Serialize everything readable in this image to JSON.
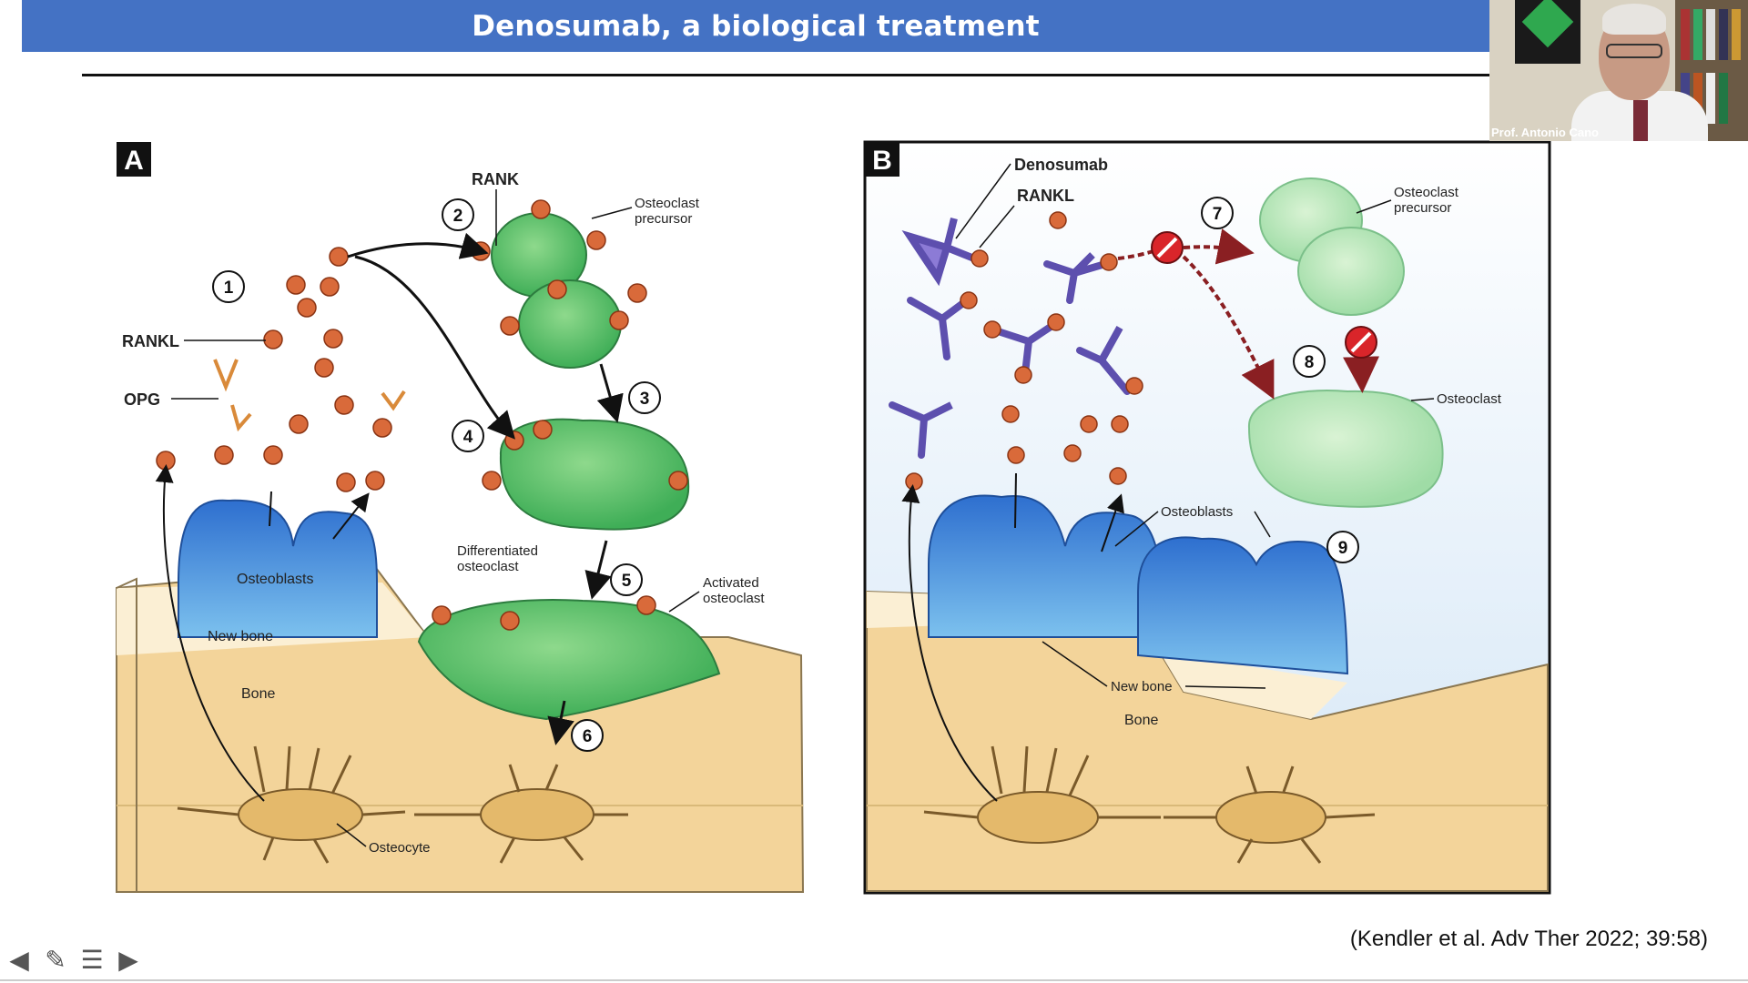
{
  "slide": {
    "title": "Denosumab, a biological treatment",
    "citation": "(Kendler et al. Adv Ther 2022; 39:58)"
  },
  "video": {
    "participant_name": "Prof. Antonio Cano"
  },
  "panel_a": {
    "letter": "A",
    "labels": {
      "rank": "RANK",
      "osteoclast_precursor_1": "Osteoclast",
      "osteoclast_precursor_2": "precursor",
      "rankl": "RANKL",
      "opg": "OPG",
      "osteoblasts": "Osteoblasts",
      "new_bone": "New bone",
      "bone": "Bone",
      "differentiated_1": "Differentiated",
      "differentiated_2": "osteoclast",
      "activated_1": "Activated",
      "activated_2": "osteoclast",
      "osteocyte": "Osteocyte"
    },
    "steps": [
      "1",
      "2",
      "3",
      "4",
      "5",
      "6"
    ]
  },
  "panel_b": {
    "letter": "B",
    "labels": {
      "denosumab": "Denosumab",
      "rankl": "RANKL",
      "osteoclast_precursor_1": "Osteoclast",
      "osteoclast_precursor_2": "precursor",
      "osteoclast": "Osteoclast",
      "osteoblasts": "Osteoblasts",
      "new_bone": "New bone",
      "bone": "Bone"
    },
    "steps": [
      "7",
      "8",
      "9"
    ]
  },
  "colors": {
    "title_bar": "#4472c4",
    "bone": "#f3d49a",
    "osteoblast": "#3f86d6",
    "osteoclast": "#5cc06a",
    "rankl": "#d96a3a",
    "denosumab": "#8c7bd6",
    "inhibit": "#d9252a"
  },
  "nav": {
    "icons": [
      "arrow-left-icon",
      "pen-icon",
      "menu-icon",
      "arrow-right-icon"
    ]
  }
}
